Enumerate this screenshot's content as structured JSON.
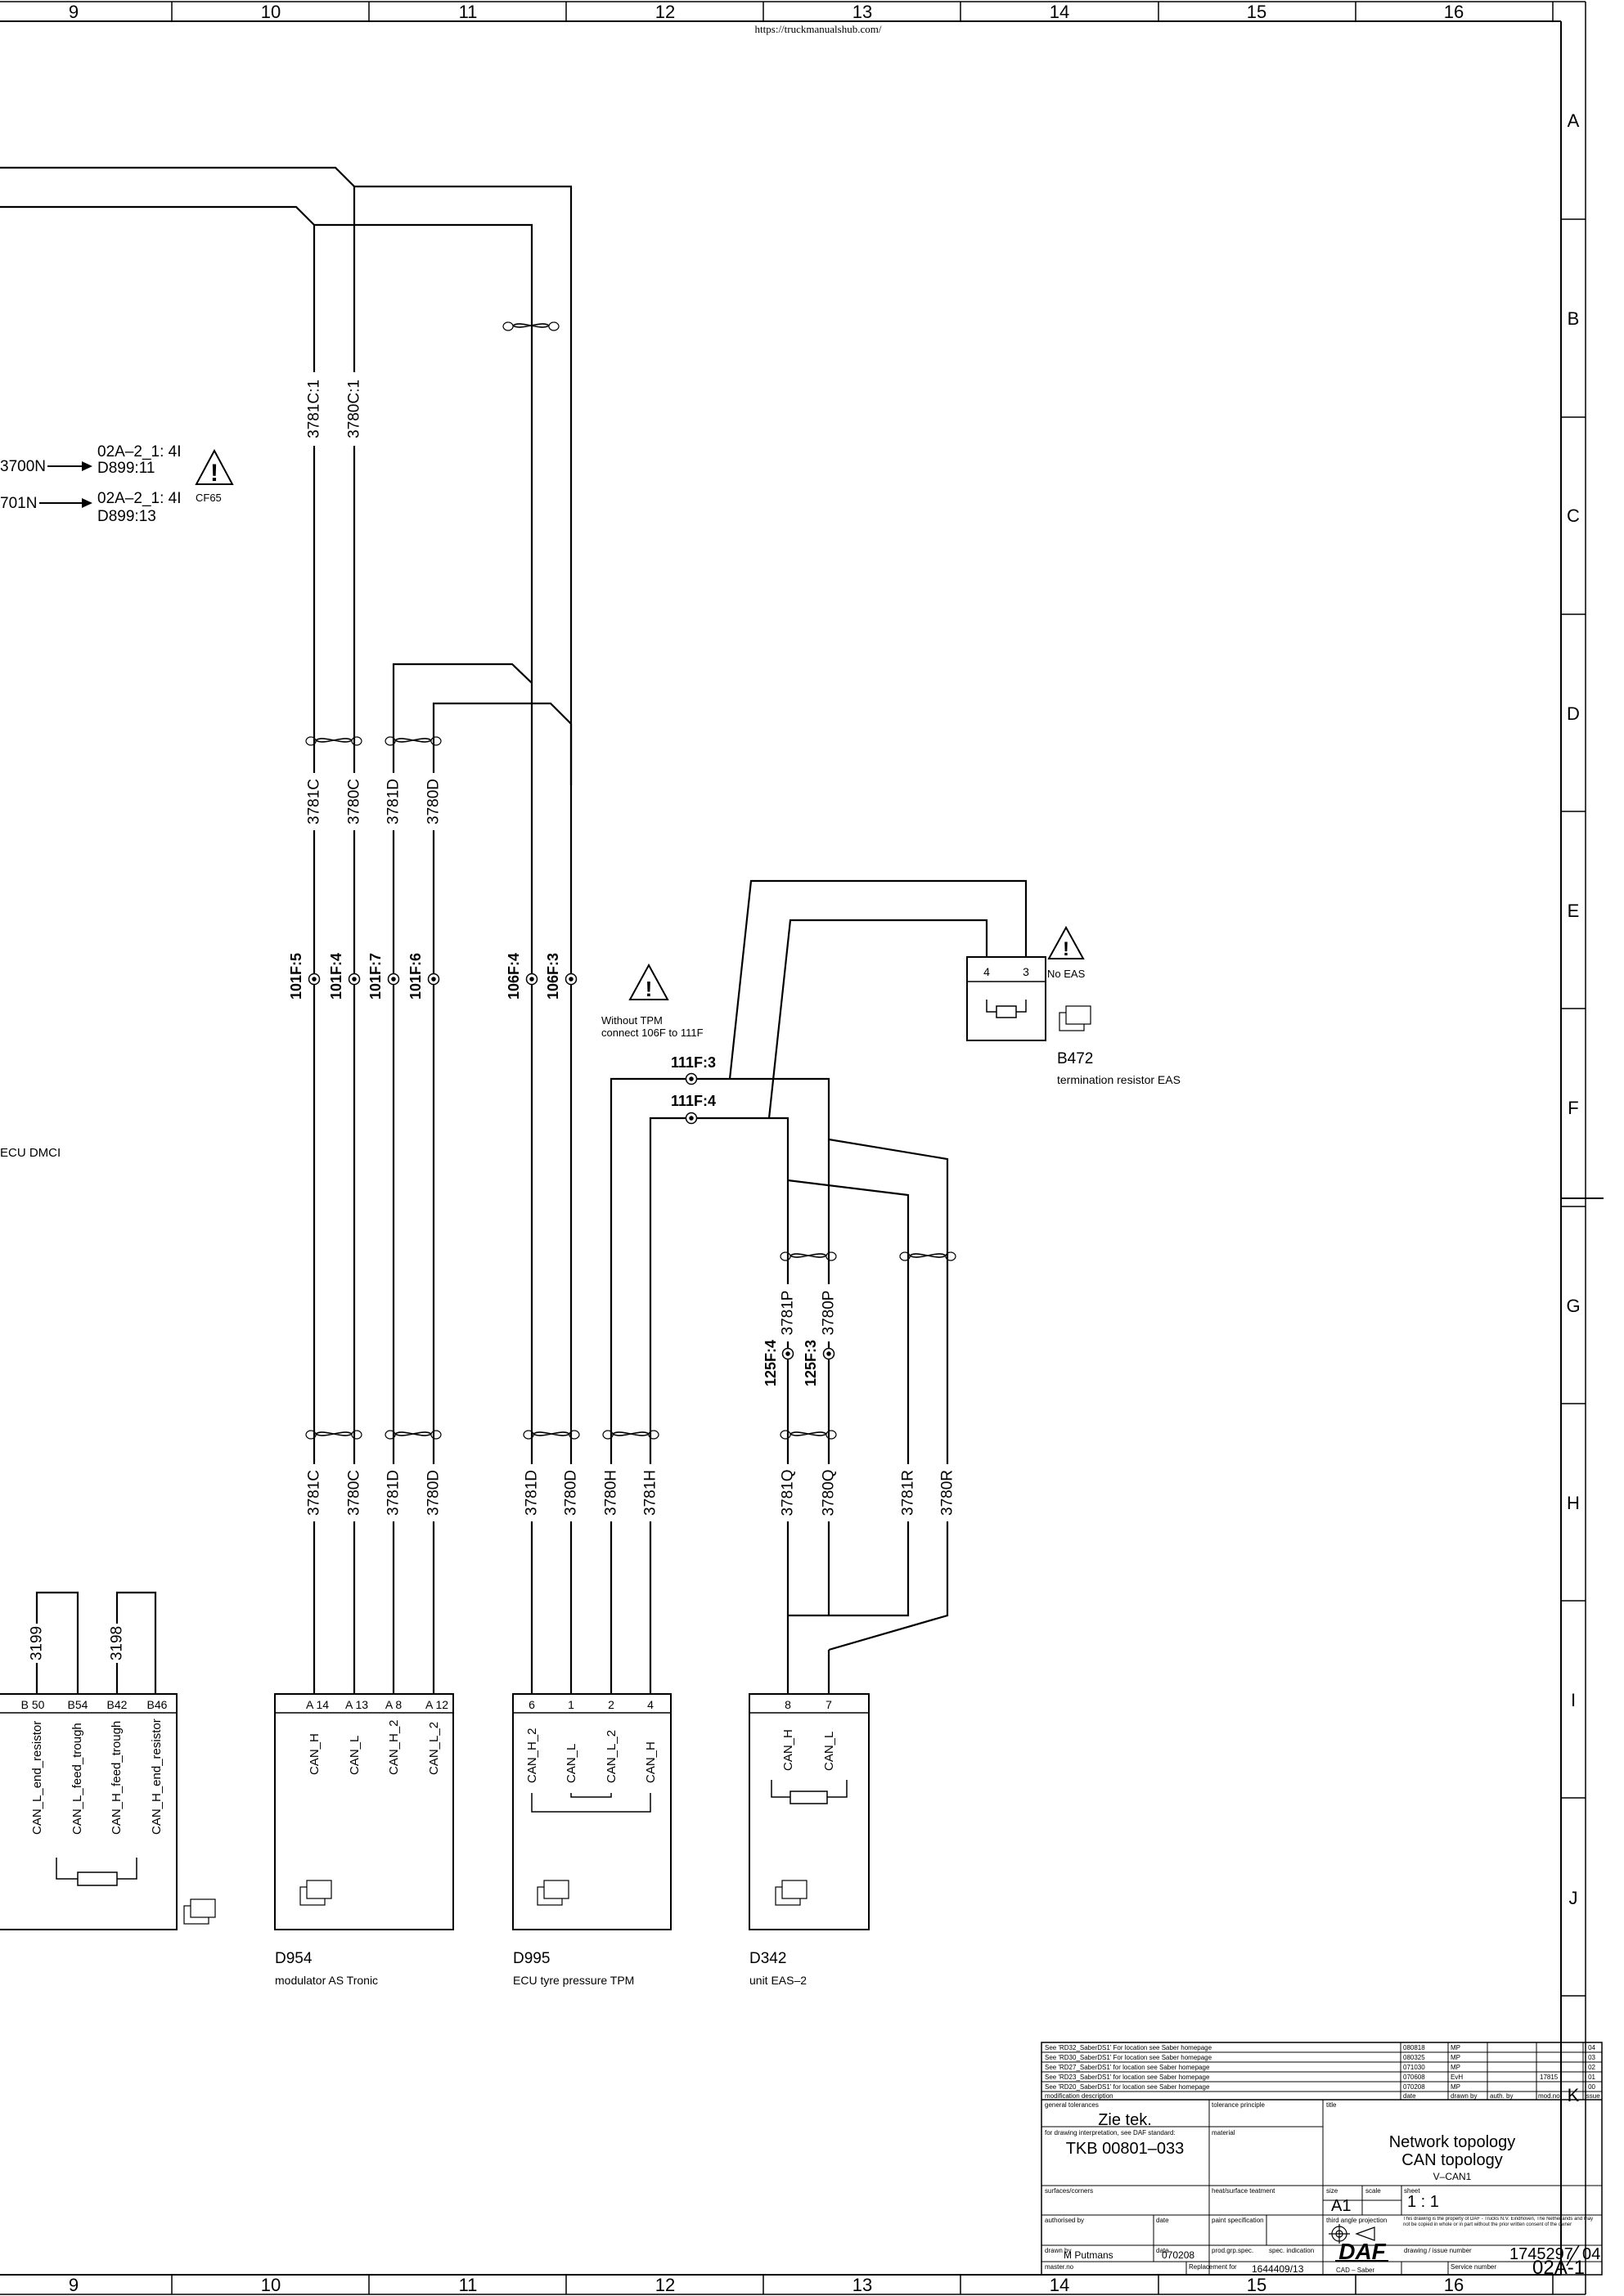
{
  "source_url": "https://truckmanualshub.com/",
  "columns": [
    "9",
    "10",
    "11",
    "12",
    "13",
    "14",
    "15",
    "16"
  ],
  "rows": [
    "A",
    "B",
    "C",
    "D",
    "E",
    "F",
    "G",
    "H",
    "I",
    "J",
    "K"
  ],
  "refs": {
    "r1_wire": "3700N",
    "r1_target_a": "02A–2_1: 4I",
    "r1_target_b": "D899:11",
    "r2_wire": "701N",
    "r2_target_a": "02A–2_1: 4I",
    "r2_target_b": "D899:13",
    "warning_code": "CF65"
  },
  "ecu_left_label": "ECU DMCI",
  "wire_labels": {
    "w3781C1": "3781C:1",
    "w3780C1": "3780C:1",
    "w3781C_top": "3781C",
    "w3780C_top": "3780C",
    "w3781D_top": "3781D",
    "w3780D_top": "3780D",
    "w3781C_bot": "3781C",
    "w3780C_bot": "3780C",
    "w3781D_bot": "3781D",
    "w3780D_bot": "3780D",
    "w3781D_b2": "3781D",
    "w3780D_b2": "3780D",
    "w3780H": "3780H",
    "w3781H": "3781H",
    "w3781P": "3781P",
    "w3780P": "3780P",
    "w3781Q": "3781Q",
    "w3780Q": "3780Q",
    "w3781R": "3781R",
    "w3780R": "3780R",
    "w3199": "3199",
    "w3198": "3198"
  },
  "connector_labels": {
    "c101F5": "101F:5",
    "c101F4": "101F:4",
    "c101F7": "101F:7",
    "c101F6": "101F:6",
    "c106F4": "106F:4",
    "c106F3": "106F:3",
    "c111F3": "111F:3",
    "c111F4": "111F:4",
    "c125F4": "125F:4",
    "c125F3": "125F:3"
  },
  "notes": {
    "tpm_line1": "Without TPM",
    "tpm_line2": "connect 106F to 111F",
    "no_eas": "No EAS"
  },
  "b472": {
    "pin4": "4",
    "pin3": "3",
    "code": "B472",
    "name": "termination resistor EAS"
  },
  "left_box": {
    "pins": [
      "B 50",
      "B54",
      "B42",
      "B46"
    ],
    "signals": [
      "CAN_L_end_resistor",
      "CAN_L_feed_trough",
      "CAN_H_feed_trough",
      "CAN_H_end_resistor"
    ]
  },
  "d954": {
    "pins": [
      "A 14",
      "A 13",
      "A 8",
      "A 12"
    ],
    "signals": [
      "CAN_H",
      "CAN_L",
      "CAN_H_2",
      "CAN_L_2"
    ],
    "code": "D954",
    "name": "modulator AS Tronic"
  },
  "d995": {
    "pins": [
      "6",
      "1",
      "2",
      "4"
    ],
    "signals": [
      "CAN_H_2",
      "CAN_L",
      "CAN_L_2",
      "CAN_H"
    ],
    "code": "D995",
    "name": "ECU tyre pressure TPM"
  },
  "d342": {
    "pins": [
      "8",
      "7"
    ],
    "signals": [
      "CAN_H",
      "CAN_L"
    ],
    "code": "D342",
    "name": "unit EAS–2"
  },
  "title_block": {
    "mods": [
      {
        "desc": "See 'RD32_SaberDS1'  For location see Saber homepage",
        "date": "080818",
        "by": "MP",
        "auth": "",
        "mod": "",
        "issue": "04"
      },
      {
        "desc": "See 'RD30_SaberDS1'  For location see Saber homepage",
        "date": "080325",
        "by": "MP",
        "auth": "",
        "mod": "",
        "issue": "03"
      },
      {
        "desc": "See 'RD27_SaberDS1' for location see Saber homepage",
        "date": "071030",
        "by": "MP",
        "auth": "",
        "mod": "",
        "issue": "02"
      },
      {
        "desc": "See 'RD23_SaberDS1' for location see Saber homepage",
        "date": "070608",
        "by": "EvH",
        "auth": "",
        "mod": "17815",
        "issue": "01"
      },
      {
        "desc": "See 'RD20_SaberDS1' for location see Saber homepage",
        "date": "070208",
        "by": "MP",
        "auth": "",
        "mod": "",
        "issue": "00"
      }
    ],
    "hdr_desc": "modification description",
    "hdr_date": "date",
    "hdr_by": "drawn by",
    "hdr_auth": "auth. by",
    "hdr_mod": "mod.no.",
    "hdr_issue": "issue",
    "general_tolerances_label": "general tolerances",
    "general_tolerances": "Zie tek.",
    "tolerance_principle": "tolerance principle",
    "title_label": "title",
    "title1": "Network topology",
    "title2": "CAN topology",
    "title3": "V–CAN1",
    "interp_label": "for drawing interpretation, see DAF standard:",
    "standard": "TKB 00801–033",
    "material_label": "material",
    "surfaces_label": "surfaces/corners",
    "heat_label": "heat/surface teatment",
    "size_label": "size",
    "size": "A1",
    "scale_label": "scale",
    "sheet_label": "sheet",
    "scale": "1 : 1",
    "authorised_label": "authorised by",
    "date_label": "date",
    "paint_label": "paint specification",
    "projection_label": "third angle projection",
    "property_note": "This drawing is the property of DAF - Trucks N.V. Eindhoven, The Netherlands and may not be copied in whole or in part without the prior written consent of the owner",
    "drawn_label": "drawn by",
    "drawn_by": "M Putmans",
    "date2_label": "date",
    "drawn_date": "070208",
    "prod_label": "prod.grp.spec.",
    "spec_label": "spec. indication",
    "logo": "DAF",
    "drawing_label": "drawing / issue number",
    "drawing_number": "1745297",
    "issue": "04",
    "master_label": "master.no",
    "replacement_label": "Replacement for",
    "replacement": "1644409/13",
    "cad": "CAD – Saber",
    "service_label": "Service number",
    "service": "02A-1"
  }
}
